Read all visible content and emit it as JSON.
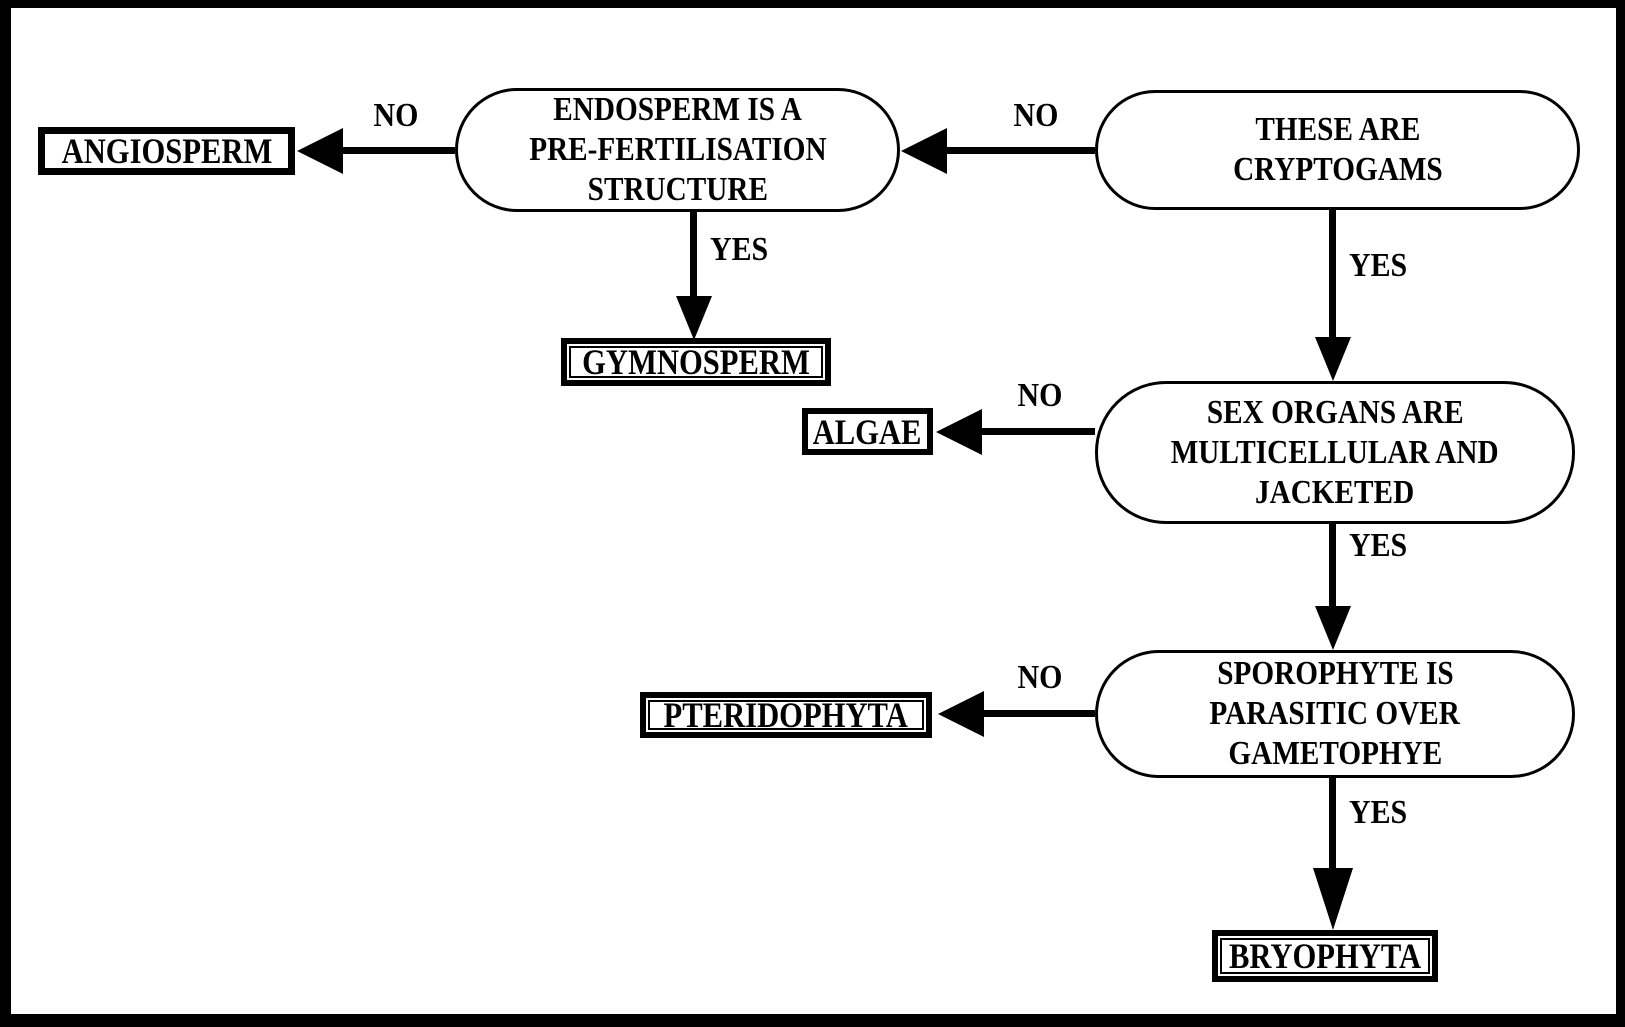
{
  "diagram": {
    "description": "Flowchart classifying plant groups: cryptogams decision tree leading to Angiosperm, Gymnosperm, Algae, Pteridophyta and Bryophyta",
    "colors": {
      "ink": "#000000",
      "paper": "#ffffff"
    },
    "edge_labels": {
      "yes": "YES",
      "no": "NO"
    },
    "nodes": {
      "cryptogams": {
        "type": "decision",
        "line1": "THESE ARE",
        "line2": "CRYPTOGAMS"
      },
      "endosperm": {
        "type": "decision",
        "line1": "ENDOSPERM IS A",
        "line2": "PRE-FERTILISATION",
        "line3": "STRUCTURE"
      },
      "sex_organs": {
        "type": "decision",
        "line1": "SEX ORGANS ARE",
        "line2": "MULTICELLULAR AND",
        "line3": "JACKETED"
      },
      "sporophyte": {
        "type": "decision",
        "line1": "SPOROPHYTE IS",
        "line2": "PARASITIC OVER",
        "line3": "GAMETOPHYE"
      },
      "angiosperm": {
        "type": "terminal",
        "label": "ANGIOSPERM"
      },
      "gymnosperm": {
        "type": "terminal",
        "label": "GYMNOSPERM"
      },
      "algae": {
        "type": "terminal",
        "label": "ALGAE"
      },
      "pteridophyta": {
        "type": "terminal",
        "label": "PTERIDOPHYTA"
      },
      "bryophyta": {
        "type": "terminal",
        "label": "BRYOPHYTA"
      }
    },
    "edges": [
      {
        "from": "cryptogams",
        "to": "endosperm",
        "label": "NO"
      },
      {
        "from": "cryptogams",
        "to": "sex_organs",
        "label": "YES"
      },
      {
        "from": "endosperm",
        "to": "angiosperm",
        "label": "NO"
      },
      {
        "from": "endosperm",
        "to": "gymnosperm",
        "label": "YES"
      },
      {
        "from": "sex_organs",
        "to": "algae",
        "label": "NO"
      },
      {
        "from": "sex_organs",
        "to": "sporophyte",
        "label": "YES"
      },
      {
        "from": "sporophyte",
        "to": "pteridophyta",
        "label": "NO"
      },
      {
        "from": "sporophyte",
        "to": "bryophyta",
        "label": "YES"
      }
    ]
  }
}
